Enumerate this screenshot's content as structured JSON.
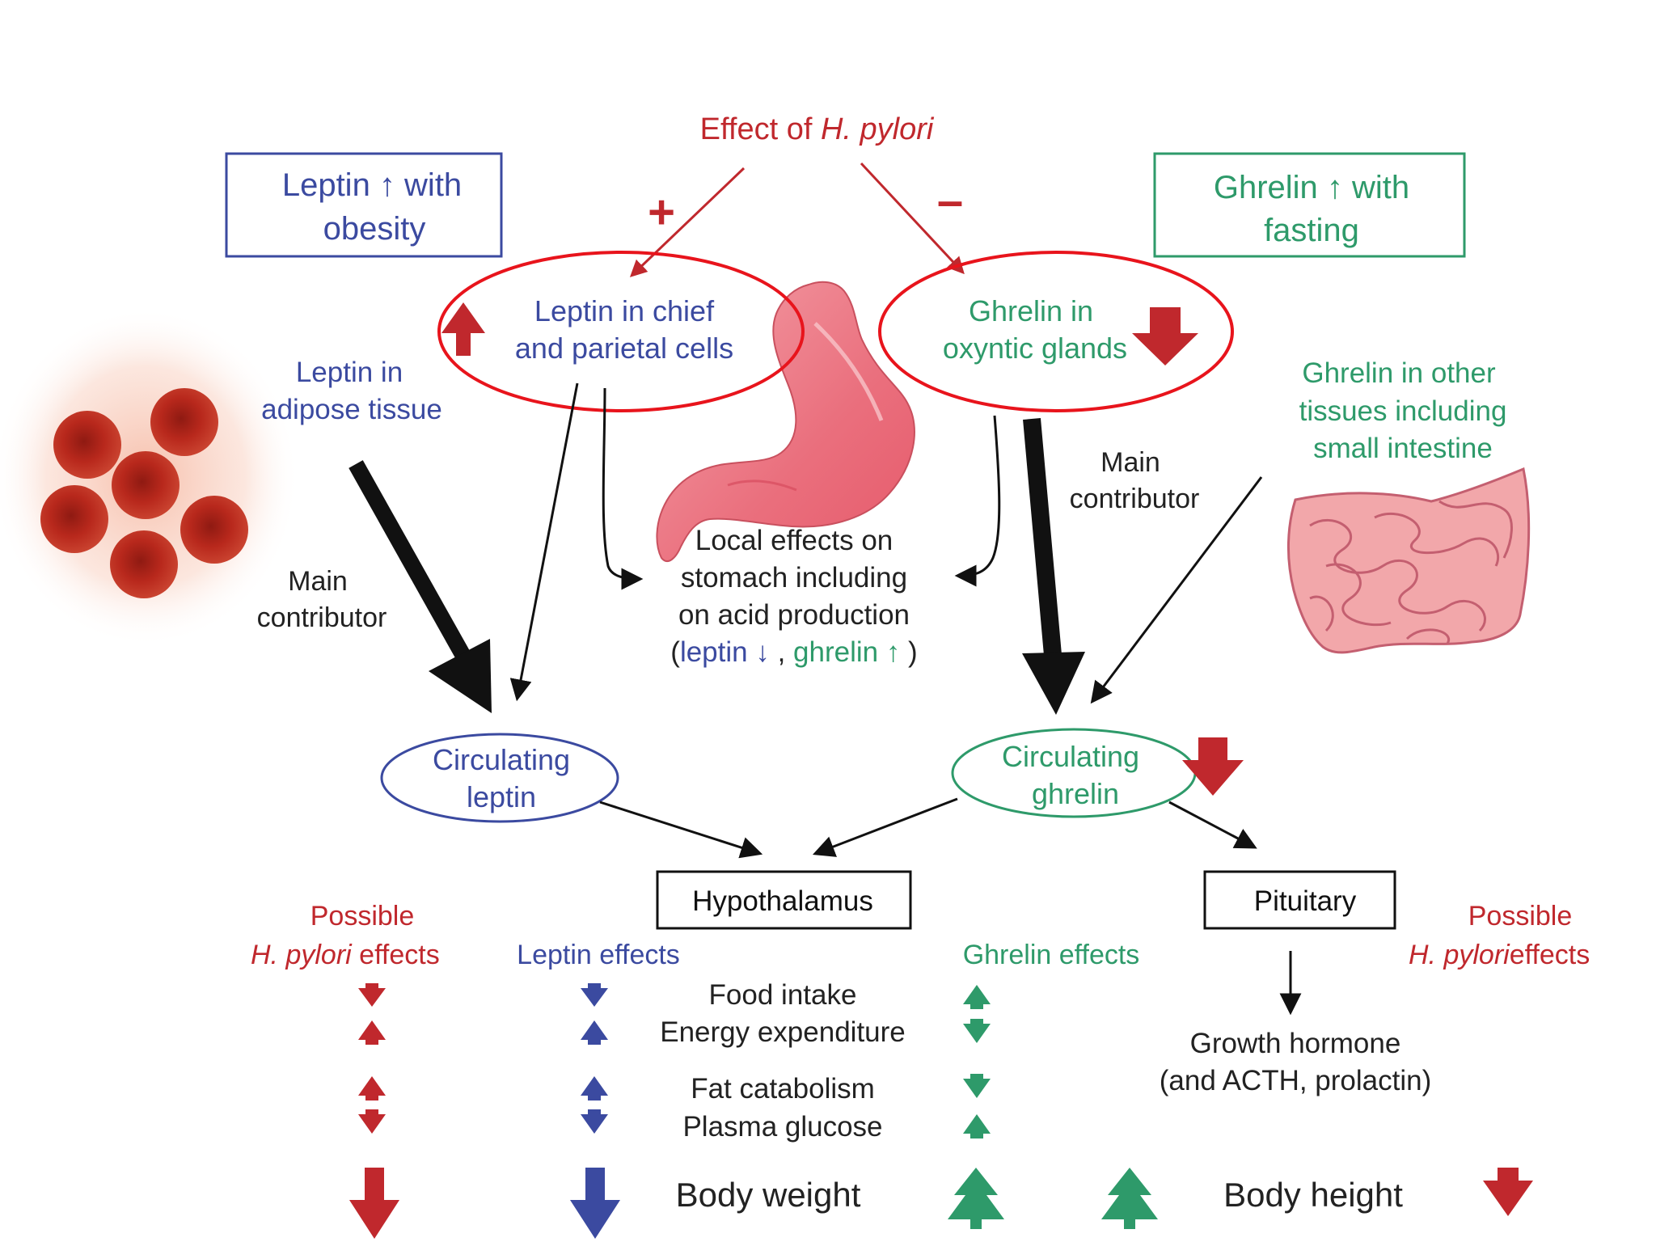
{
  "colors": {
    "red": "#c0282d",
    "blue": "#3b4aa0",
    "green": "#2e9a6a",
    "black": "#111111",
    "circle_red": "#e8141c",
    "stomach_pink": "#ee7d88",
    "intestine_pink": "#f0a3a6",
    "fat_cell": "#b8281c"
  },
  "title": {
    "prefix": "Effect of ",
    "italic": "H. pylori"
  },
  "signs": {
    "plus": "+",
    "minus": "–"
  },
  "boxes": {
    "leptin_obesity": [
      "Leptin  ↑  with",
      "obesity"
    ],
    "ghrelin_fasting": [
      "Ghrelin  ↑  with",
      "fasting"
    ],
    "hypothalamus": "Hypothalamus",
    "pituitary": "Pituitary"
  },
  "nodes": {
    "leptin_chief": [
      "Leptin in chief",
      "and parietal cells"
    ],
    "ghrelin_oxyntic": [
      "Ghrelin in",
      "oxyntic glands"
    ],
    "leptin_adipose": [
      "Leptin in",
      "adipose tissue"
    ],
    "ghrelin_other": [
      "Ghrelin in other",
      "tissues including",
      "small intestine"
    ],
    "main_contributor_left": [
      "Main",
      "contributor"
    ],
    "main_contributor_right": [
      "Main",
      "contributor"
    ],
    "local_effects": [
      "Local effects on",
      "stomach including",
      "on acid production"
    ],
    "local_effects_leptin": "leptin ↓",
    "local_effects_ghrelin": "ghrelin ↑",
    "local_effects_open": "(",
    "local_effects_comma": " , ",
    "local_effects_close": " )",
    "circulating_leptin": [
      "Circulating",
      "leptin"
    ],
    "circulating_ghrelin": [
      "Circulating",
      "ghrelin"
    ]
  },
  "effects": {
    "possible_left": [
      "Possible",
      "effects"
    ],
    "possible_right": [
      "Possible",
      "effects"
    ],
    "hpylori": "H. pylori",
    "leptin_header": "Leptin effects",
    "ghrelin_header": "Ghrelin effects",
    "rows": [
      "Food intake",
      "Energy expenditure",
      "Fat catabolism",
      "Plasma glucose"
    ],
    "body_weight": "Body weight",
    "body_height": "Body height",
    "gh": [
      "Growth hormone",
      "(and ACTH, prolactin)"
    ]
  }
}
